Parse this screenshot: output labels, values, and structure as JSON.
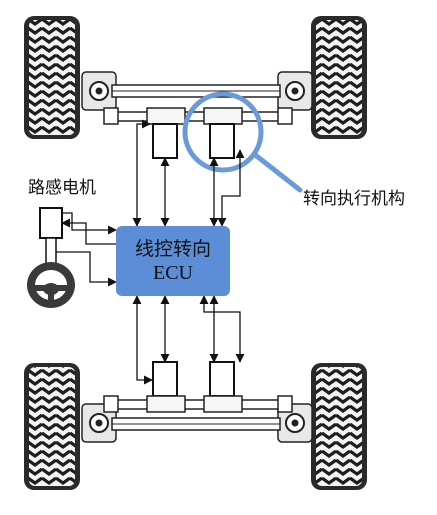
{
  "labels": {
    "road_feel_motor": "路感电机",
    "steering_actuator": "转向执行机构",
    "ecu_line1": "线控转向",
    "ecu_line2": "ECU"
  },
  "colors": {
    "ecu_fill": "#5b8ed6",
    "highlight_ring": "#6a9bd8",
    "tire": "#2a2a2a",
    "line": "#222222"
  },
  "icons": [
    "tire-icon",
    "steering-wheel-icon",
    "motor-icon",
    "actuator-icon"
  ]
}
